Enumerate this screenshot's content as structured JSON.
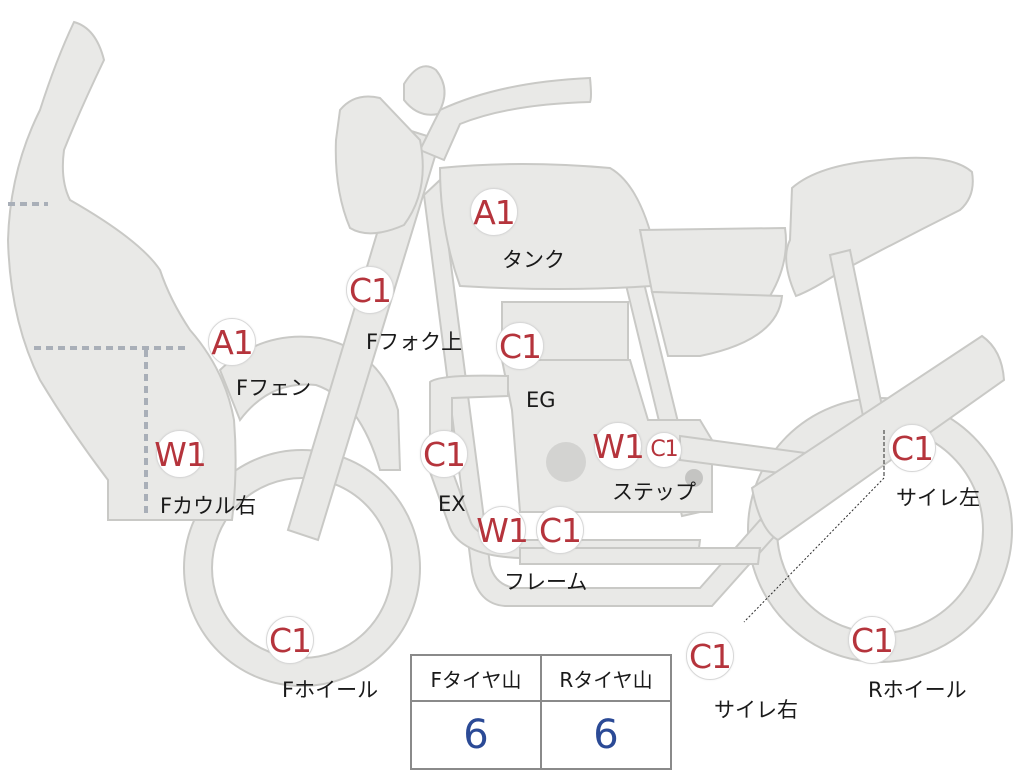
{
  "parts": [
    {
      "id": "tank",
      "code": "A1",
      "label": "タンク"
    },
    {
      "id": "f-fork-upper",
      "code": "C1",
      "label": "Fフォク上"
    },
    {
      "id": "f-fender",
      "code": "A1",
      "label": "Fフェン"
    },
    {
      "id": "engine",
      "code": "C1",
      "label": "EG"
    },
    {
      "id": "f-cowl-right",
      "code": "W1",
      "label": "Fカウル右"
    },
    {
      "id": "exhaust",
      "code": "C1",
      "label": "EX"
    },
    {
      "id": "step",
      "codes": [
        "W1",
        "C1"
      ],
      "label": "ステップ"
    },
    {
      "id": "frame",
      "codes": [
        "W1",
        "C1"
      ],
      "label": "フレーム"
    },
    {
      "id": "silencer-left",
      "code": "C1",
      "label": "サイレ左"
    },
    {
      "id": "f-wheel",
      "code": "C1",
      "label": "Fホイール"
    },
    {
      "id": "silencer-right",
      "code": "C1",
      "label": "サイレ右"
    },
    {
      "id": "r-wheel",
      "code": "C1",
      "label": "Rホイール"
    }
  ],
  "tire_table": {
    "headers": [
      "Fタイヤ山",
      "Rタイヤ山"
    ],
    "values": [
      "6",
      "6"
    ]
  },
  "colors": {
    "body_fill": "#e9e9e7",
    "body_stroke": "#c9c9c6",
    "code_text": "#b5343c",
    "value_text": "#2b4a96"
  }
}
